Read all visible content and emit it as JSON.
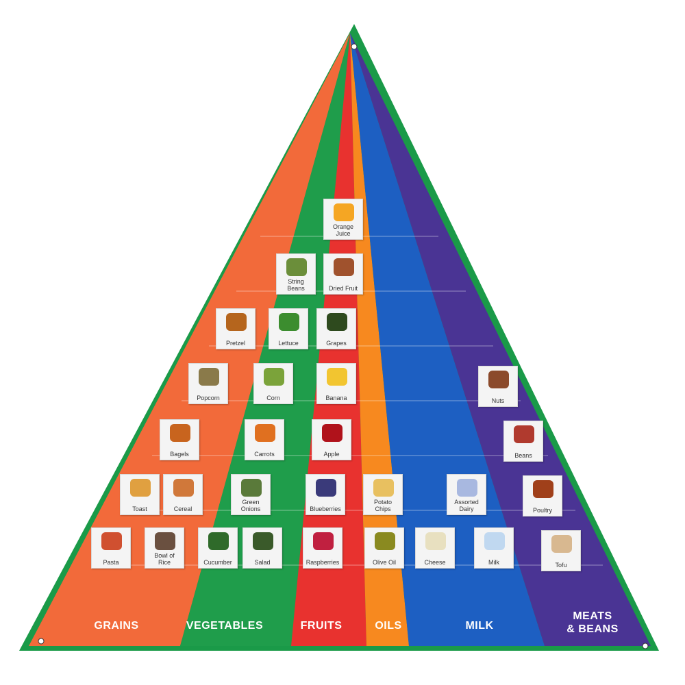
{
  "colors": {
    "border": "#1a9a48",
    "grains": "#f26a3a",
    "vegetables": "#1f9d4b",
    "fruits": "#e8322f",
    "oils": "#f7891f",
    "milk": "#1d5fc2",
    "meats": "#4a3494"
  },
  "groups": [
    {
      "key": "grains",
      "label": "GRAINS"
    },
    {
      "key": "vegetables",
      "label": "VEGETABLES"
    },
    {
      "key": "fruits",
      "label": "FRUITS"
    },
    {
      "key": "oils",
      "label": "OILS"
    },
    {
      "key": "milk",
      "label": "MILK"
    },
    {
      "key": "meats",
      "label": "MEATS\n& BEANS"
    }
  ],
  "cards": [
    {
      "label": "Orange\nJuice",
      "icon": "orange-juice-icon",
      "color": "#f5a623"
    },
    {
      "label": "String\nBeans",
      "icon": "string-beans-icon",
      "color": "#6b8e3a"
    },
    {
      "label": "Dried Fruit",
      "icon": "dried-fruit-icon",
      "color": "#a0522d"
    },
    {
      "label": "Pretzel",
      "icon": "pretzel-icon",
      "color": "#b5651d"
    },
    {
      "label": "Lettuce",
      "icon": "lettuce-icon",
      "color": "#3c8d2f"
    },
    {
      "label": "Grapes",
      "icon": "grapes-icon",
      "color": "#2e4a1e"
    },
    {
      "label": "Popcorn",
      "icon": "popcorn-icon",
      "color": "#8a7a4a"
    },
    {
      "label": "Corn",
      "icon": "corn-icon",
      "color": "#7ba33a"
    },
    {
      "label": "Banana",
      "icon": "banana-icon",
      "color": "#f2c530"
    },
    {
      "label": "Nuts",
      "icon": "nuts-icon",
      "color": "#8b4a2b"
    },
    {
      "label": "Bagels",
      "icon": "bagels-icon",
      "color": "#c8641e"
    },
    {
      "label": "Carrots",
      "icon": "carrots-icon",
      "color": "#e07020"
    },
    {
      "label": "Apple",
      "icon": "apple-icon",
      "color": "#b0121b"
    },
    {
      "label": "Beans",
      "icon": "beans-icon",
      "color": "#b03a2e"
    },
    {
      "label": "Toast",
      "icon": "toast-icon",
      "color": "#e0a040"
    },
    {
      "label": "Cereal",
      "icon": "cereal-icon",
      "color": "#d0783a"
    },
    {
      "label": "Green\nOnions",
      "icon": "green-onions-icon",
      "color": "#5a7a3a"
    },
    {
      "label": "Blueberries",
      "icon": "blueberries-icon",
      "color": "#3a3a7a"
    },
    {
      "label": "Potato\nChips",
      "icon": "potato-chips-icon",
      "color": "#e8c060"
    },
    {
      "label": "Assorted\nDairy",
      "icon": "assorted-dairy-icon",
      "color": "#a8b8e0"
    },
    {
      "label": "Poultry",
      "icon": "poultry-icon",
      "color": "#a0401a"
    },
    {
      "label": "Pasta",
      "icon": "pasta-icon",
      "color": "#d05030"
    },
    {
      "label": "Bowl of\nRice",
      "icon": "bowl-of-rice-icon",
      "color": "#6a5040"
    },
    {
      "label": "Cucumber",
      "icon": "cucumber-icon",
      "color": "#2f6a2a"
    },
    {
      "label": "Salad",
      "icon": "salad-icon",
      "color": "#3a5a2a"
    },
    {
      "label": "Raspberries",
      "icon": "raspberries-icon",
      "color": "#c02040"
    },
    {
      "label": "Olive Oil",
      "icon": "olive-oil-icon",
      "color": "#8a8a20"
    },
    {
      "label": "Cheese",
      "icon": "cheese-icon",
      "color": "#e8e0c0"
    },
    {
      "label": "Milk",
      "icon": "milk-icon",
      "color": "#c0d8f0"
    },
    {
      "label": "Tofu",
      "icon": "tofu-icon",
      "color": "#d8b890"
    }
  ]
}
